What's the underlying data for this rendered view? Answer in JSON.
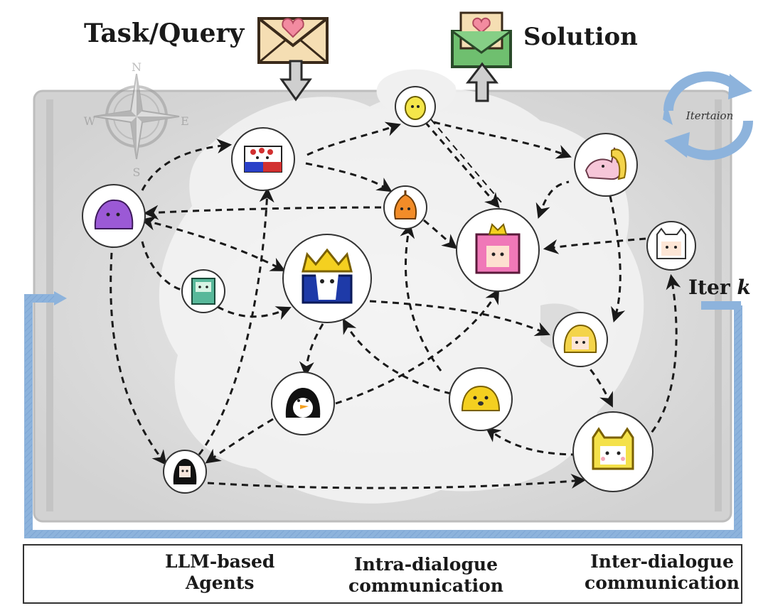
{
  "header": {
    "task_label": "Task/Query",
    "solution_label": "Solution"
  },
  "map": {
    "compass_letters": [
      "N",
      "E",
      "S",
      "W"
    ]
  },
  "iteration": {
    "cycle_label": "Itertaion",
    "iter_prefix": "Iter",
    "iter_var": "k"
  },
  "legend": {
    "agents_line1": "LLM-based",
    "agents_line2": "Agents",
    "intra_line1": "Intra-dialogue",
    "intra_line2": "communication",
    "inter_line1": "Inter-dialogue",
    "inter_line2": "communication"
  },
  "colors": {
    "inter_arrow": "#8db3dc",
    "edge": "#1a1a1a",
    "map_bg": "#e4e4e4"
  },
  "agents": [
    {
      "name": "yellow-blob-agent",
      "icon": "yellow-blob-icon"
    },
    {
      "name": "crowned-flag-agent",
      "icon": "flag-face-icon"
    },
    {
      "name": "unicorn-agent",
      "icon": "unicorn-icon"
    },
    {
      "name": "purple-slime-agent",
      "icon": "purple-slime-icon"
    },
    {
      "name": "orange-flame-agent",
      "icon": "orange-flame-icon"
    },
    {
      "name": "pink-princess-agent",
      "icon": "pink-princess-icon"
    },
    {
      "name": "white-cat-agent",
      "icon": "white-cat-icon"
    },
    {
      "name": "green-robot-agent",
      "icon": "green-robot-icon"
    },
    {
      "name": "ice-king-agent",
      "icon": "ice-king-icon"
    },
    {
      "name": "yellow-hair-agent",
      "icon": "yellow-hair-icon"
    },
    {
      "name": "penguin-agent",
      "icon": "penguin-icon"
    },
    {
      "name": "yellow-dog-agent",
      "icon": "yellow-dog-icon"
    },
    {
      "name": "dark-hair-agent",
      "icon": "dark-hair-icon"
    },
    {
      "name": "yellow-cat-agent",
      "icon": "yellow-cat-icon"
    }
  ]
}
